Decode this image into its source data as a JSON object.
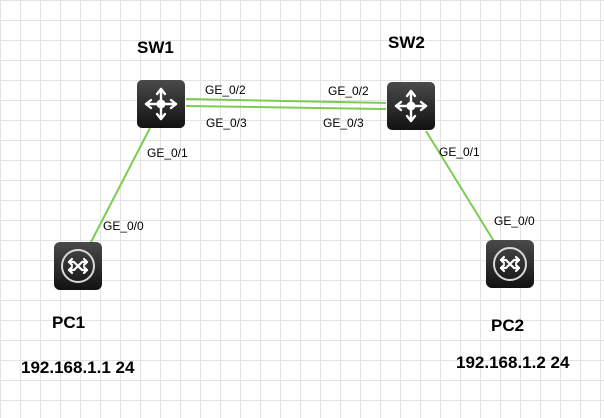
{
  "devices": {
    "sw1": {
      "name": "SW1",
      "icon": "switch-icon"
    },
    "sw2": {
      "name": "SW2",
      "icon": "switch-icon"
    },
    "pc1": {
      "name": "PC1",
      "icon": "router-icon",
      "ip": "192.168.1.1 24"
    },
    "pc2": {
      "name": "PC2",
      "icon": "router-icon",
      "ip": "192.168.1.2 24"
    }
  },
  "ports": {
    "sw1_ge02": "GE_0/2",
    "sw1_ge03": "GE_0/3",
    "sw1_ge01": "GE_0/1",
    "sw2_ge02": "GE_0/2",
    "sw2_ge03": "GE_0/3",
    "sw2_ge01": "GE_0/1",
    "pc1_ge00": "GE_0/0",
    "pc2_ge00": "GE_0/0"
  },
  "colors": {
    "link": "#7ccc52",
    "device": "#1e1e1e",
    "grid": "#e3e3e3"
  }
}
